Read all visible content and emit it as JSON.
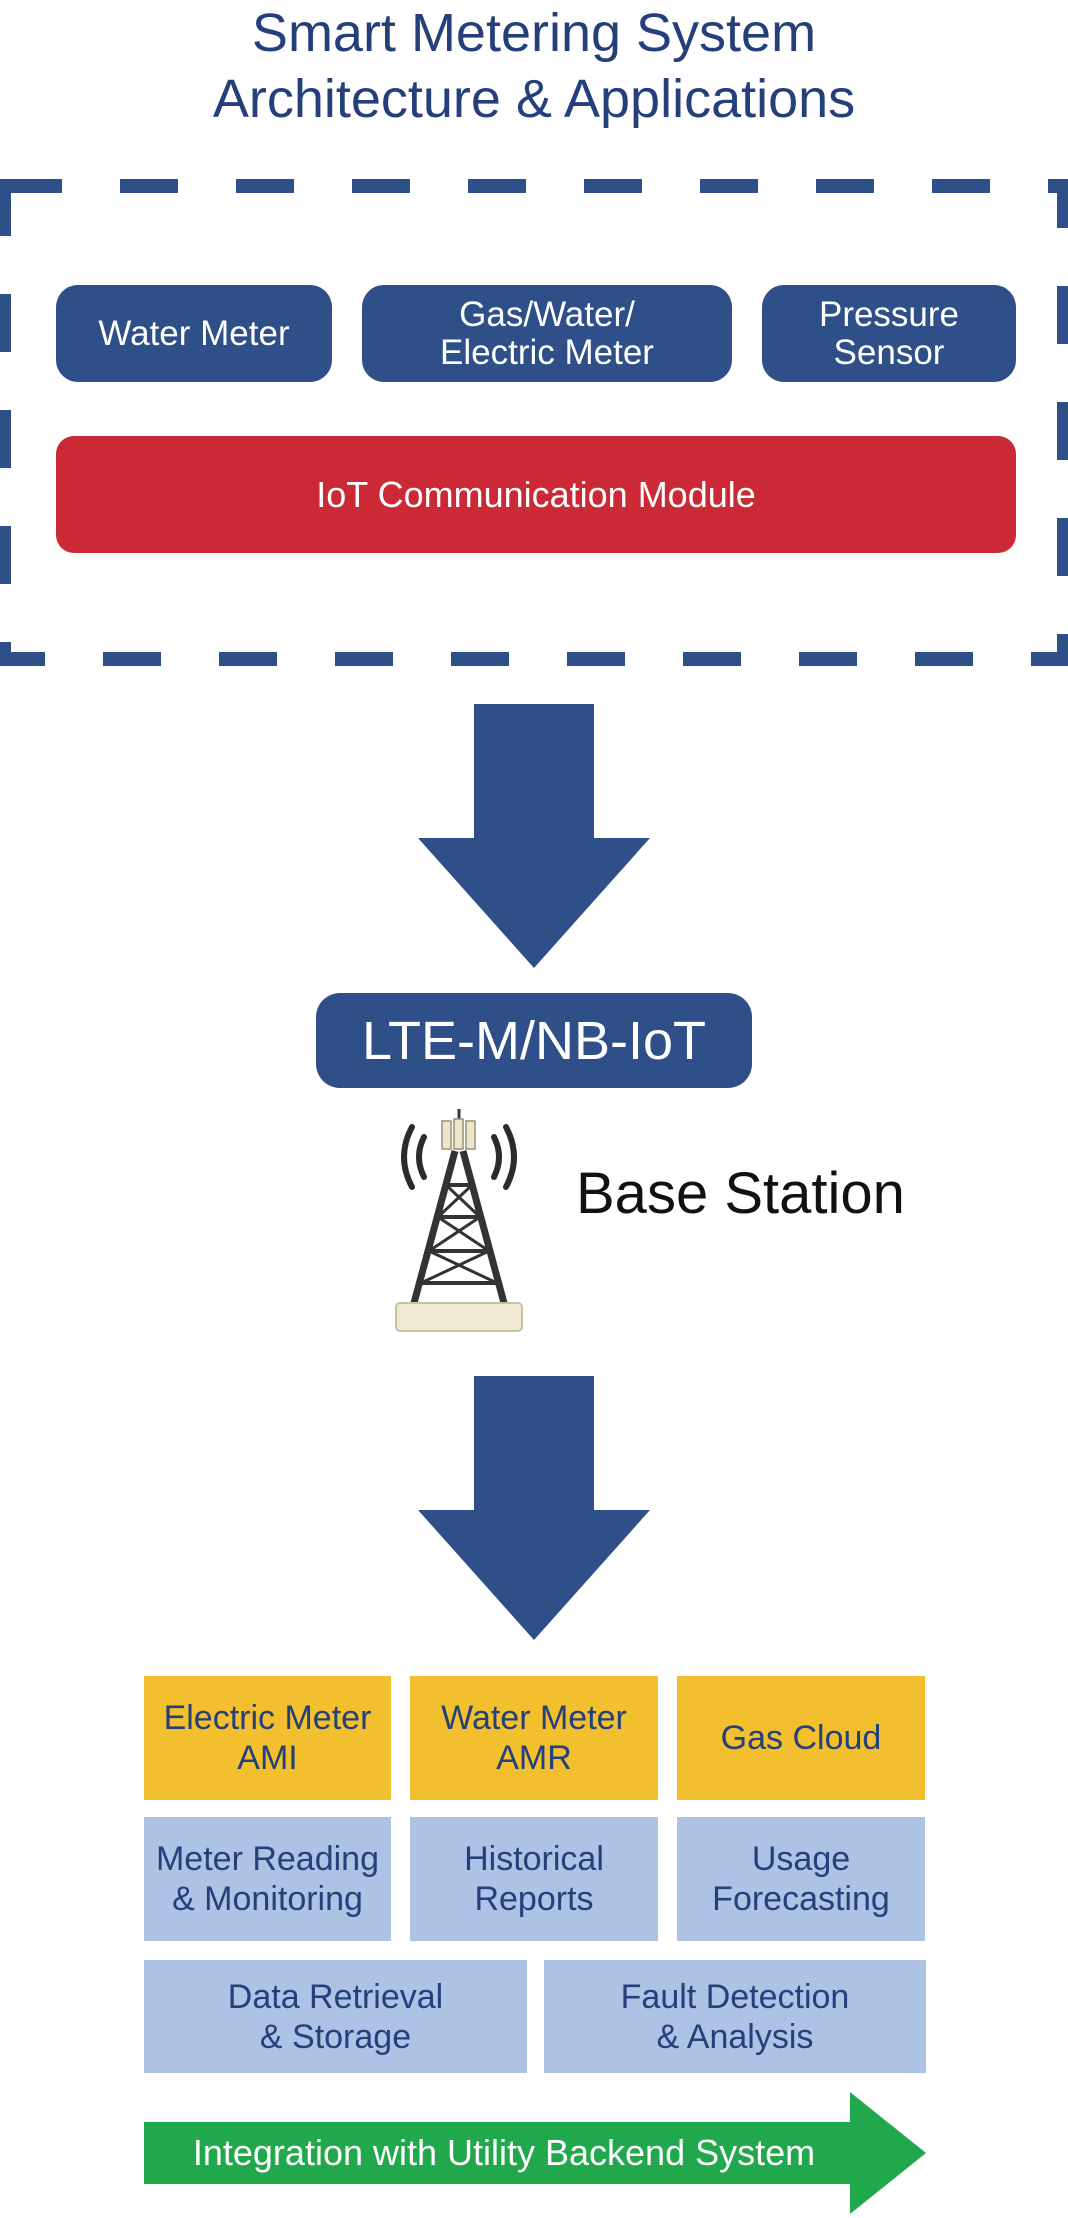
{
  "title": {
    "line1": "Smart Metering System",
    "line2": "Architecture & Applications"
  },
  "devices": {
    "water_meter": "Water Meter",
    "multi_meter_line1": "Gas/Water/",
    "multi_meter_line2": "Electric Meter",
    "pressure_sensor_line1": "Pressure",
    "pressure_sensor_line2": "Sensor",
    "module": "IoT Communication Module"
  },
  "network": {
    "label": "LTE-M/NB-IoT",
    "station": "Base Station"
  },
  "applications": {
    "electric_ami_line1": "Electric Meter",
    "electric_ami_line2": "AMI",
    "water_amr_line1": "Water Meter",
    "water_amr_line2": "AMR",
    "gas_cloud": "Gas Cloud",
    "reading_line1": "Meter Reading",
    "reading_line2": "& Monitoring",
    "reports_line1": "Historical",
    "reports_line2": "Reports",
    "forecast_line1": "Usage",
    "forecast_line2": "Forecasting",
    "retrieval_line1": "Data Retrieval",
    "retrieval_line2": "& Storage",
    "fault_line1": "Fault Detection",
    "fault_line2": "& Analysis"
  },
  "integration": {
    "label": "Integration with Utility Backend System"
  },
  "colors": {
    "navy": "#2e4f87",
    "title_text": "#253f7b",
    "module_red": "#cc2936",
    "app_yellow": "#f2bf2e",
    "app_blue": "#adc2e4",
    "integration_green": "#21a84c"
  },
  "icons": {
    "tower": "cell-tower-icon"
  }
}
